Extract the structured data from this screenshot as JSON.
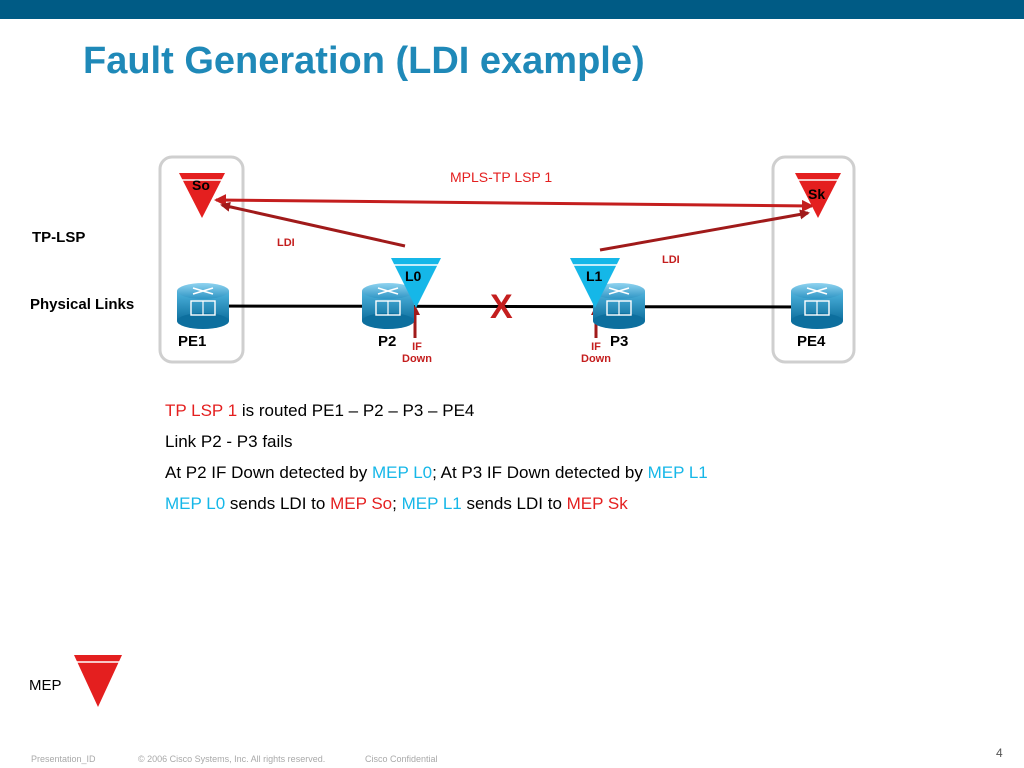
{
  "slide": {
    "title": "Fault Generation (LDI example)",
    "page_number": "4"
  },
  "colors": {
    "header_bar": "#005b85",
    "title": "#1f89b8",
    "mep_red": "#e41f1f",
    "mep_cyan": "#15b7e8",
    "arrow_dark_red": "#a01a1a"
  },
  "diagram": {
    "row_labels": {
      "tp_lsp": "TP-LSP",
      "physical_links": "Physical Links"
    },
    "lsp_label": "MPLS-TP LSP 1",
    "ldi_left": "LDI",
    "ldi_right": "LDI",
    "fail_mark": "X",
    "nodes": [
      {
        "label": "PE1",
        "icon": "router-icon"
      },
      {
        "label": "P2",
        "icon": "router-icon"
      },
      {
        "label": "P3",
        "icon": "router-icon"
      },
      {
        "label": "PE4",
        "icon": "router-icon"
      }
    ],
    "meps": {
      "so": "So",
      "sk": "Sk",
      "l0": "L0",
      "l1": "L1"
    },
    "if_down_left": {
      "line1": "IF",
      "line2": "Down"
    },
    "if_down_right": {
      "line1": "IF",
      "line2": "Down"
    }
  },
  "bullets": [
    {
      "parts": [
        {
          "text": "TP LSP 1",
          "color": "red"
        },
        {
          "text": " is routed PE1 – P2 – P3 – PE4",
          "color": "black"
        }
      ]
    },
    {
      "parts": [
        {
          "text": "Link P2 - P3 fails",
          "color": "black"
        }
      ]
    },
    {
      "parts": [
        {
          "text": "At P2 IF Down detected by ",
          "color": "black"
        },
        {
          "text": "MEP L0",
          "color": "cyan"
        },
        {
          "text": "; At P3 IF Down detected by ",
          "color": "black"
        },
        {
          "text": "MEP L1",
          "color": "cyan"
        }
      ]
    },
    {
      "parts": [
        {
          "text": "MEP L0",
          "color": "cyan"
        },
        {
          "text": " sends LDI to ",
          "color": "black"
        },
        {
          "text": "MEP So",
          "color": "red"
        },
        {
          "text": "; ",
          "color": "black"
        },
        {
          "text": "MEP L1",
          "color": "cyan"
        },
        {
          "text": " sends LDI to ",
          "color": "black"
        },
        {
          "text": "MEP Sk",
          "color": "red"
        }
      ]
    }
  ],
  "legend": {
    "label": "MEP"
  },
  "footer": {
    "presentation_id": "Presentation_ID",
    "copyright": "© 2006 Cisco Systems, Inc. All rights reserved.",
    "confidential": "Cisco Confidential"
  }
}
